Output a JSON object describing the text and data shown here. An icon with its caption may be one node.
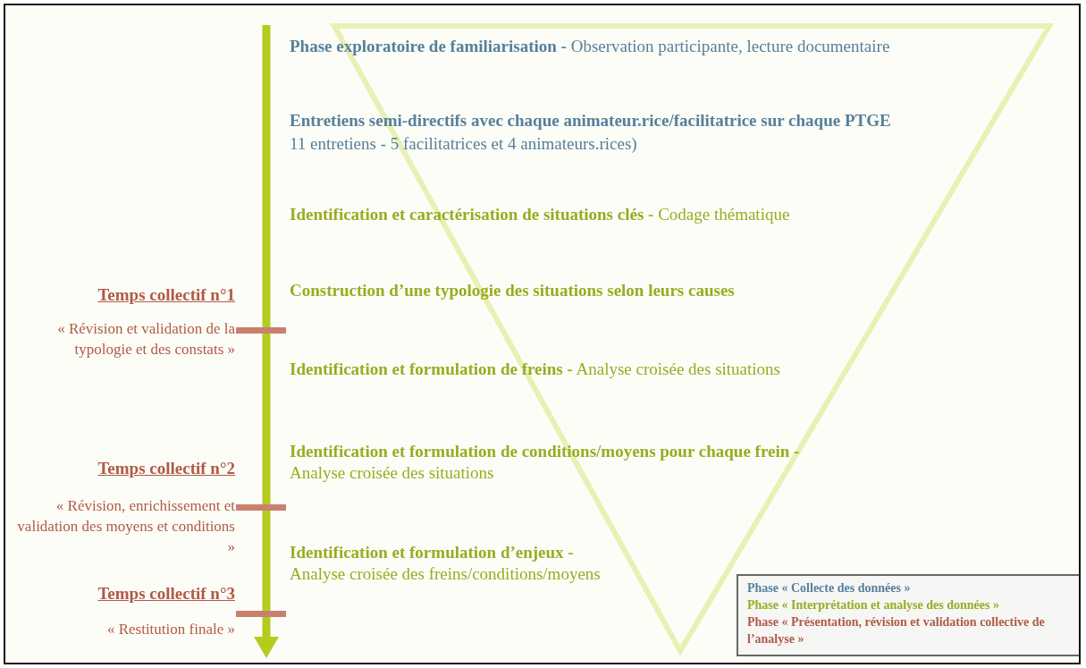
{
  "diagram": {
    "labels": [
      "**Phase exploratoire de familiarisation -** Observation participante, lecture documentaire",
      "Entretiens semi-directifs avec chaque animateur.rice/facilitatrice sur chaque PTGE",
      "11 entretiens - 5 facilitatrices et 4 animateurs.rices)",
      "**Identification et caractérisation de situations clés -** Codage thématique",
      "Temps collectif n°1",
      "Construction d’une typologie des situations selon leurs causes",
      "« Révision et validation de la typologie et des constats »",
      "**Identification et formulation de freins -** Analyse croisée des situations",
      "Temps collectif n°2",
      "**Identification et formulation de conditions/moyens pour chaque frein -** Analyse croisée des situations",
      "« Révision, enrichissement et validation des moyens et conditions »",
      "**Identification et formulation d’enjeux -** Analyse croisée des freins/conditions/moyens",
      "Temps collectif n°3",
      "« Restitution finale »"
    ],
    "legend": [
      {
        "text": "Phase « Collecte des données »",
        "color": "#55809b"
      },
      {
        "text": "Phase « Interprétation et analyse des données »",
        "color": "#9aab22"
      },
      {
        "text": "Phase « Présentation, révision et validation collective de l’analyse »",
        "color": "#b05a46"
      }
    ]
  }
}
